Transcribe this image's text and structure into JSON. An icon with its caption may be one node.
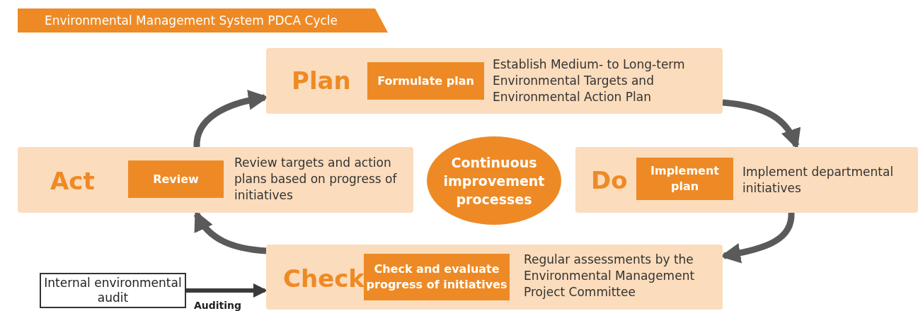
{
  "diagram": {
    "title": "Environmental Management System PDCA Cycle",
    "nodes": [
      {
        "text": [
          "Plan",
          "Establish Medium- to Long-term Environmental Targets and Environmental Action Plan"
        ]
      },
      {
        "text": [
          "Formulate plan"
        ],
        "in": 0
      },
      {
        "text": [
          "Do",
          "Implement departmental initiatives"
        ]
      },
      {
        "text": [
          "Implement plan"
        ],
        "in": 2
      },
      {
        "text": [
          "Check",
          "Regular assessments by the Environmental Management Project Committee"
        ]
      },
      {
        "text": [
          "Check and evaluate progress of initiatives"
        ],
        "in": 4
      },
      {
        "text": [
          "Act",
          "Review targets and action plans based on progress of initiatives"
        ]
      },
      {
        "text": [
          "Review"
        ],
        "in": 6
      },
      {
        "text": [
          "Continuous improvement processes"
        ]
      },
      {
        "text": [
          "Internal environmental audit"
        ]
      }
    ],
    "edges": [
      {
        "from": 0,
        "to": 2,
        "arrow": "to"
      },
      {
        "from": 2,
        "to": 4,
        "arrow": "to"
      },
      {
        "from": 4,
        "to": 6,
        "arrow": "to"
      },
      {
        "from": 6,
        "to": 0,
        "arrow": "to"
      },
      {
        "from": 9,
        "to": 4,
        "arrow": "to",
        "label": "Auditing"
      }
    ]
  }
}
